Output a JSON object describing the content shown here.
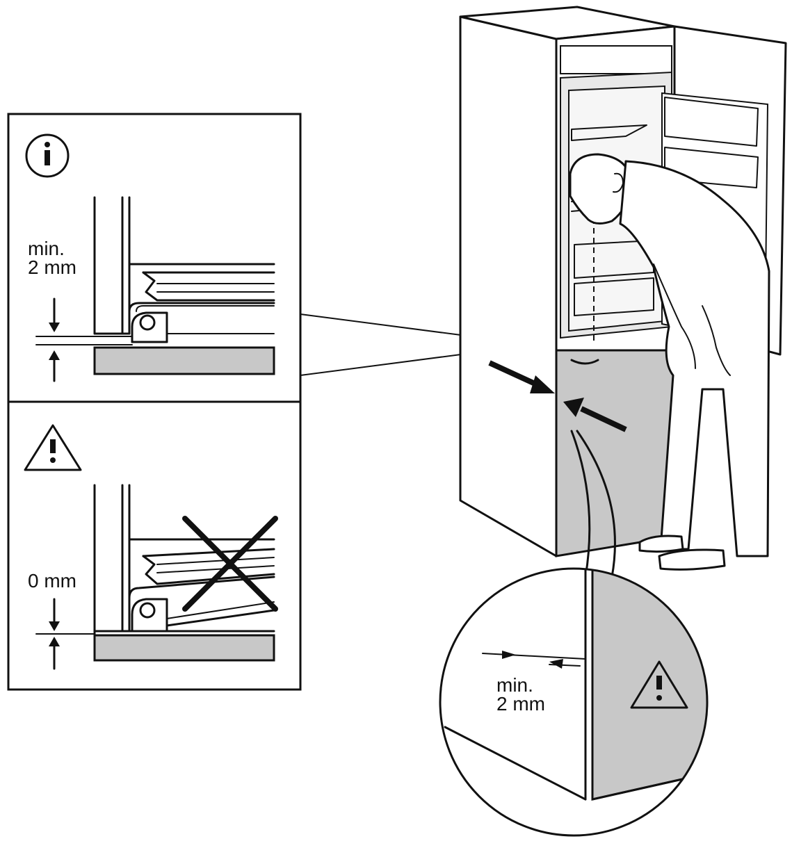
{
  "panels": {
    "info": {
      "icon": "info-icon",
      "gap_label": "min.\n2 mm"
    },
    "warning": {
      "icon": "warning-triangle-icon",
      "gap_label": "0 mm",
      "mark": "cross-icon"
    }
  },
  "callout": {
    "icon": "warning-triangle-icon",
    "gap_label": "min.\n2 mm"
  },
  "colors": {
    "line": "#111111",
    "panel_fill": "#c8c8c8",
    "background": "#ffffff"
  }
}
